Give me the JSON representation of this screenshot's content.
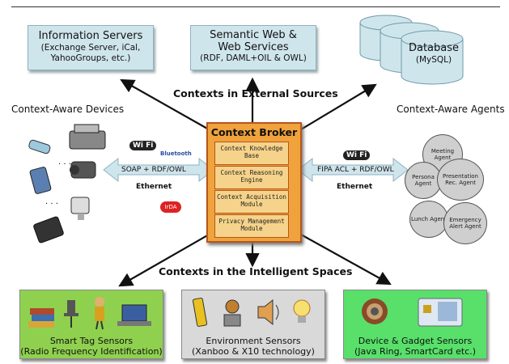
{
  "external": {
    "info_servers": {
      "title": "Information Servers",
      "detail": "(Exchange Server, iCal, YahooGroups, etc.)"
    },
    "semantic_web": {
      "title": "Semantic Web & Web Services",
      "detail": "(RDF, DAML+OIL & OWL)"
    },
    "database": {
      "title": "Database",
      "detail": "(MySQL)"
    },
    "heading": "Contexts in External Sources"
  },
  "devices": {
    "label": "Context-Aware Devices",
    "protocol": "SOAP + RDF/OWL",
    "network": "Ethernet",
    "wifi": "Wi Fi",
    "bluetooth": "Bluetooth",
    "irda": "IrDA"
  },
  "agents": {
    "label": "Context-Aware Agents",
    "protocol": "FIPA ACL + RDF/OWL",
    "network": "Ethernet",
    "wifi": "Wi Fi",
    "items": [
      "Meeting Agent",
      "Persona Agent",
      "Presentation Rec. Agent",
      "Lunch Agent",
      "Emergency Alert Agent"
    ]
  },
  "broker": {
    "title": "Context Broker",
    "modules": [
      "Context Knowledge Base",
      "Context Reasoning Engine",
      "Context Acquisition Module",
      "Privacy Management Module"
    ]
  },
  "intelligent": {
    "heading": "Contexts in the Intelligent Spaces"
  },
  "sensors": {
    "smart_tag": {
      "title": "Smart Tag Sensors",
      "detail": "(Radio Frequency Identification)"
    },
    "environment": {
      "title": "Environment Sensors",
      "detail": "(Xanboo & X10 technology)"
    },
    "gadget": {
      "title": "Device & Gadget Sensors",
      "detail": "(Java Ring, SmartCard etc.)"
    }
  },
  "colors": {
    "broker": "#f0a23c",
    "broker_border": "#b8551a",
    "top_box": "#cfe5ec",
    "smart_tag_bg": "#8fd14f",
    "environment_bg": "#d9d9d9",
    "gadget_bg": "#58e06a"
  }
}
